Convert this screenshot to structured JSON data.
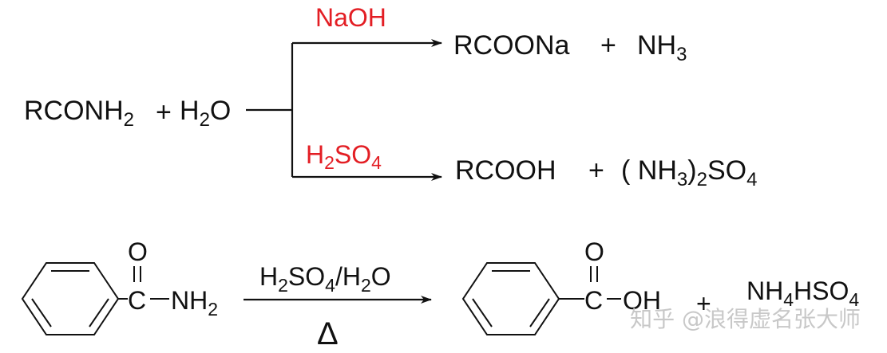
{
  "reaction1": {
    "reactant_rconh": "RCONH",
    "reactant_sub": "2",
    "plus": "+",
    "water_h": "H",
    "water_sub": "2",
    "water_o": "O",
    "base_reagent": "NaOH",
    "base_product": "RCOONa",
    "base_plus": "+",
    "nh3_nh": "NH",
    "nh3_sub": "3",
    "acid_reagent_h": "H",
    "acid_reagent_h_sub": "2",
    "acid_reagent_so": "SO",
    "acid_reagent_so_sub": "4",
    "acid_product": "RCOOH",
    "acid_plus": "+",
    "salt_open": "( NH",
    "salt_sub3": "3",
    "salt_close": ")",
    "salt_sub2": "2",
    "salt_so": "SO",
    "salt_sub4": "4"
  },
  "reaction2": {
    "reactant_o": "O",
    "reactant_c": "C",
    "reactant_nh": "NH",
    "reactant_sub": "2",
    "cond_h": "H",
    "cond_h_sub": "2",
    "cond_so": "SO",
    "cond_so_sub": "4",
    "cond_slash_h": "/H",
    "cond_slash_sub": "2",
    "cond_o": "O",
    "heat": "Δ",
    "product_o": "O",
    "product_c": "C",
    "product_oh": "OH",
    "plus": "+",
    "byproduct_nh": "NH",
    "byproduct_sub4": "4",
    "byproduct_hso": "HSO",
    "byproduct_sub4b": "4"
  },
  "watermark": "知乎 @浪得虚名张大师",
  "colors": {
    "text": "#111111",
    "reagent": "#e31e24",
    "watermark": "#c8c8c8"
  }
}
